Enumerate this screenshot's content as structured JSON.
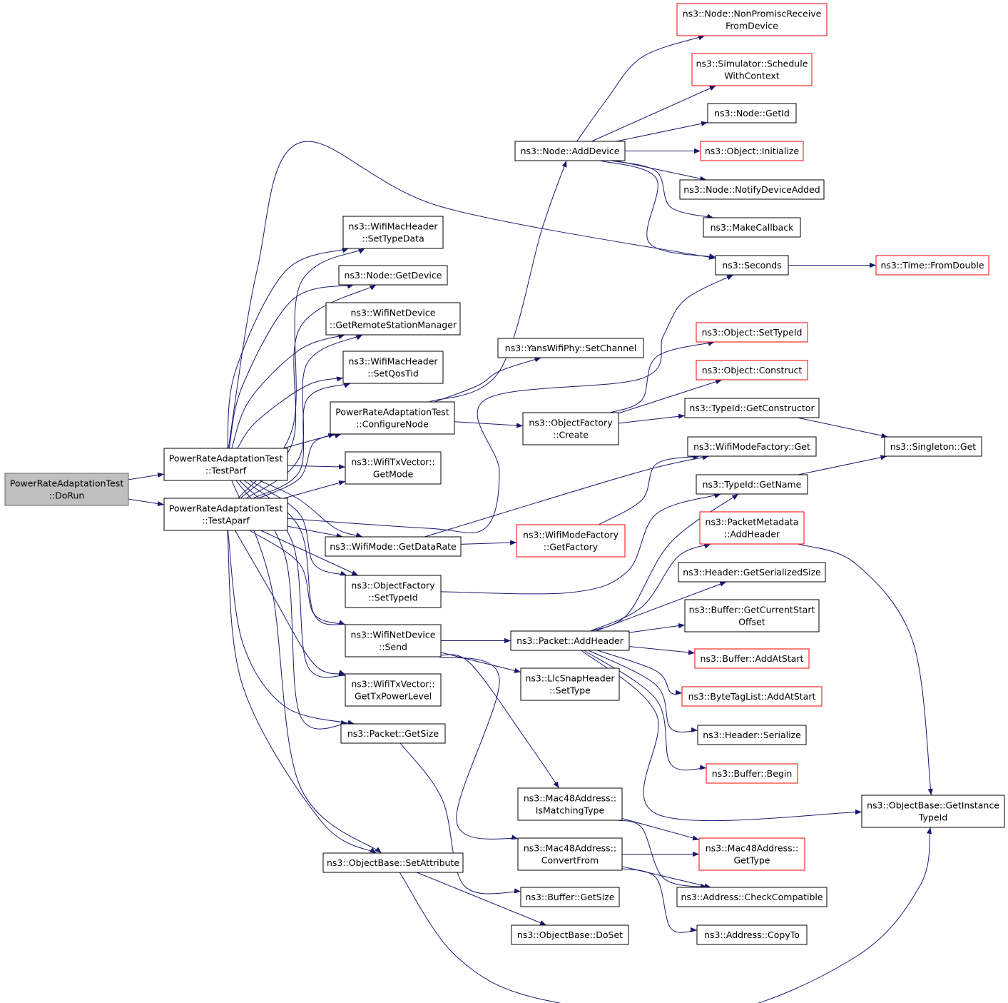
{
  "colors": {
    "edge": "#191970",
    "node_border_normal": "#000000",
    "node_border_truncated": "#ff0000",
    "node_fill": "#ffffff",
    "root_fill": "#bfbfbf",
    "root_border": "#666666"
  },
  "nodes": [
    {
      "id": "dorun",
      "lines": [
        "PowerRateAdaptationTest",
        "::DoRun"
      ],
      "kind": "root"
    },
    {
      "id": "testparf",
      "lines": [
        "PowerRateAdaptationTest",
        "::TestParf"
      ],
      "kind": "normal"
    },
    {
      "id": "testaparf",
      "lines": [
        "PowerRateAdaptationTest",
        "::TestAparf"
      ],
      "kind": "normal"
    },
    {
      "id": "settypedata",
      "lines": [
        "ns3::WifiMacHeader",
        "::SetTypeData"
      ],
      "kind": "normal"
    },
    {
      "id": "nodegetdevice",
      "lines": [
        "ns3::Node::GetDevice"
      ],
      "kind": "normal"
    },
    {
      "id": "getremote",
      "lines": [
        "ns3::WifiNetDevice",
        "::GetRemoteStationManager"
      ],
      "kind": "normal"
    },
    {
      "id": "setqostid",
      "lines": [
        "ns3::WifiMacHeader",
        "::SetQosTid"
      ],
      "kind": "normal"
    },
    {
      "id": "configurenode",
      "lines": [
        "PowerRateAdaptationTest",
        "::ConfigureNode"
      ],
      "kind": "normal"
    },
    {
      "id": "getmode",
      "lines": [
        "ns3::WifiTxVector::",
        "GetMode"
      ],
      "kind": "normal"
    },
    {
      "id": "getdatarate",
      "lines": [
        "ns3::WifiMode::GetDataRate"
      ],
      "kind": "normal"
    },
    {
      "id": "ofsettypeid",
      "lines": [
        "ns3::ObjectFactory",
        "::SetTypeId"
      ],
      "kind": "normal"
    },
    {
      "id": "wndsend",
      "lines": [
        "ns3::WifiNetDevice",
        "::Send"
      ],
      "kind": "normal"
    },
    {
      "id": "gettxpower",
      "lines": [
        "ns3::WifiTxVector::",
        "GetTxPowerLevel"
      ],
      "kind": "normal"
    },
    {
      "id": "packetgetsize",
      "lines": [
        "ns3::Packet::GetSize"
      ],
      "kind": "normal"
    },
    {
      "id": "setattribute",
      "lines": [
        "ns3::ObjectBase::SetAttribute"
      ],
      "kind": "normal"
    },
    {
      "id": "nodeadddevice",
      "lines": [
        "ns3::Node::AddDevice"
      ],
      "kind": "normal"
    },
    {
      "id": "yanssetchannel",
      "lines": [
        "ns3::YansWifiPhy::SetChannel"
      ],
      "kind": "normal"
    },
    {
      "id": "ofcreate",
      "lines": [
        "ns3::ObjectFactory",
        "::Create"
      ],
      "kind": "normal"
    },
    {
      "id": "wmfgetfactory",
      "lines": [
        "ns3::WifiModeFactory",
        "::GetFactory"
      ],
      "kind": "truncated"
    },
    {
      "id": "packetaddheader",
      "lines": [
        "ns3::Packet::AddHeader"
      ],
      "kind": "normal"
    },
    {
      "id": "llcsettype",
      "lines": [
        "ns3::LlcSnapHeader",
        "::SetType"
      ],
      "kind": "normal"
    },
    {
      "id": "ismatchingtype",
      "lines": [
        "ns3::Mac48Address::",
        "IsMatchingType"
      ],
      "kind": "normal"
    },
    {
      "id": "convertfrom",
      "lines": [
        "ns3::Mac48Address::",
        "ConvertFrom"
      ],
      "kind": "normal"
    },
    {
      "id": "buffergetsize",
      "lines": [
        "ns3::Buffer::GetSize"
      ],
      "kind": "normal"
    },
    {
      "id": "obdoset",
      "lines": [
        "ns3::ObjectBase::DoSet"
      ],
      "kind": "normal"
    },
    {
      "id": "nonpromisc",
      "lines": [
        "ns3::Node::NonPromiscReceive",
        "FromDevice"
      ],
      "kind": "truncated"
    },
    {
      "id": "schedulectx",
      "lines": [
        "ns3::Simulator::Schedule",
        "WithContext"
      ],
      "kind": "truncated"
    },
    {
      "id": "nodegetid",
      "lines": [
        "ns3::Node::GetId"
      ],
      "kind": "normal"
    },
    {
      "id": "objinitialize",
      "lines": [
        "ns3::Object::Initialize"
      ],
      "kind": "truncated"
    },
    {
      "id": "notifydeviceadded",
      "lines": [
        "ns3::Node::NotifyDeviceAdded"
      ],
      "kind": "normal"
    },
    {
      "id": "makecallback",
      "lines": [
        "ns3::MakeCallback"
      ],
      "kind": "normal"
    },
    {
      "id": "seconds",
      "lines": [
        "ns3::Seconds"
      ],
      "kind": "normal"
    },
    {
      "id": "objsettypeid",
      "lines": [
        "ns3::Object::SetTypeId"
      ],
      "kind": "truncated"
    },
    {
      "id": "objconstruct",
      "lines": [
        "ns3::Object::Construct"
      ],
      "kind": "truncated"
    },
    {
      "id": "getconstructor",
      "lines": [
        "ns3::TypeId::GetConstructor"
      ],
      "kind": "normal"
    },
    {
      "id": "wmfget",
      "lines": [
        "ns3::WifiModeFactory::Get"
      ],
      "kind": "normal"
    },
    {
      "id": "typeidgetname",
      "lines": [
        "ns3::TypeId::GetName"
      ],
      "kind": "normal"
    },
    {
      "id": "pmaddheader",
      "lines": [
        "ns3::PacketMetadata",
        "::AddHeader"
      ],
      "kind": "truncated"
    },
    {
      "id": "hdrgetsersize",
      "lines": [
        "ns3::Header::GetSerializedSize"
      ],
      "kind": "normal"
    },
    {
      "id": "bufcurstart",
      "lines": [
        "ns3::Buffer::GetCurrentStart",
        "Offset"
      ],
      "kind": "normal"
    },
    {
      "id": "bufaddatstart",
      "lines": [
        "ns3::Buffer::AddAtStart"
      ],
      "kind": "truncated"
    },
    {
      "id": "btladdatstart",
      "lines": [
        "ns3::ByteTagList::AddAtStart"
      ],
      "kind": "truncated"
    },
    {
      "id": "hdrserialize",
      "lines": [
        "ns3::Header::Serialize"
      ],
      "kind": "normal"
    },
    {
      "id": "bufbegin",
      "lines": [
        "ns3::Buffer::Begin"
      ],
      "kind": "truncated"
    },
    {
      "id": "macgettype",
      "lines": [
        "ns3::Mac48Address::",
        "GetType"
      ],
      "kind": "truncated"
    },
    {
      "id": "addrcheckcompat",
      "lines": [
        "ns3::Address::CheckCompatible"
      ],
      "kind": "normal"
    },
    {
      "id": "addrcopyto",
      "lines": [
        "ns3::Address::CopyTo"
      ],
      "kind": "normal"
    },
    {
      "id": "timefromdouble",
      "lines": [
        "ns3::Time::FromDouble"
      ],
      "kind": "truncated"
    },
    {
      "id": "singletonget",
      "lines": [
        "ns3::Singleton::Get"
      ],
      "kind": "normal"
    },
    {
      "id": "obgetinstance",
      "lines": [
        "ns3::ObjectBase::GetInstance",
        "TypeId"
      ],
      "kind": "normal"
    }
  ]
}
